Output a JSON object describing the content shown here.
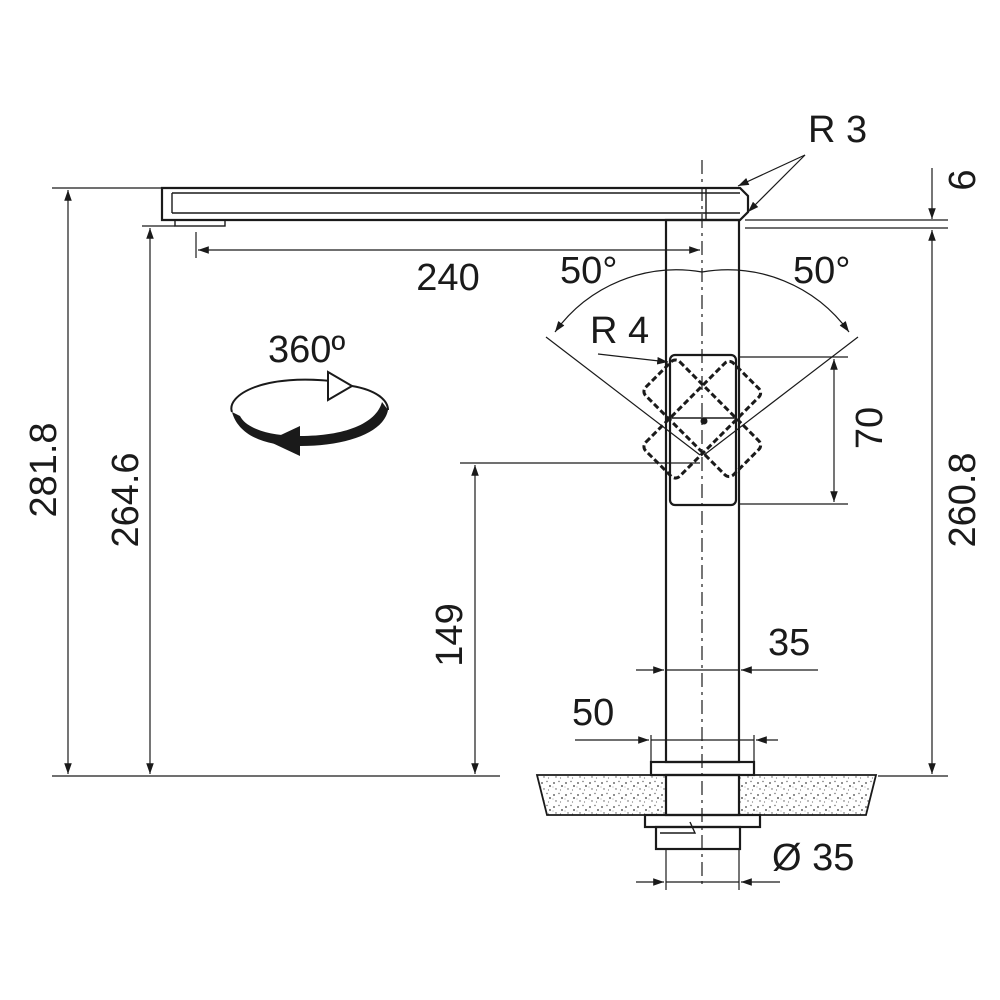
{
  "dimensions": {
    "total_height": "281.8",
    "spout_height": "264.6",
    "body_height": "260.8",
    "spout_reach": "240",
    "spout_thickness": "6",
    "edge_radius": "R 3",
    "handle_radius": "R 4",
    "angle_left": "50°",
    "angle_right": "50°",
    "handle_height": "70",
    "handle_position": "149",
    "body_width": "35",
    "base_width": "50",
    "shank_diameter": "Ø 35",
    "rotation": "360º"
  },
  "colors": {
    "line": "#1a1a1a",
    "countertop_fill": "#d8d8d8",
    "background": "#ffffff"
  }
}
